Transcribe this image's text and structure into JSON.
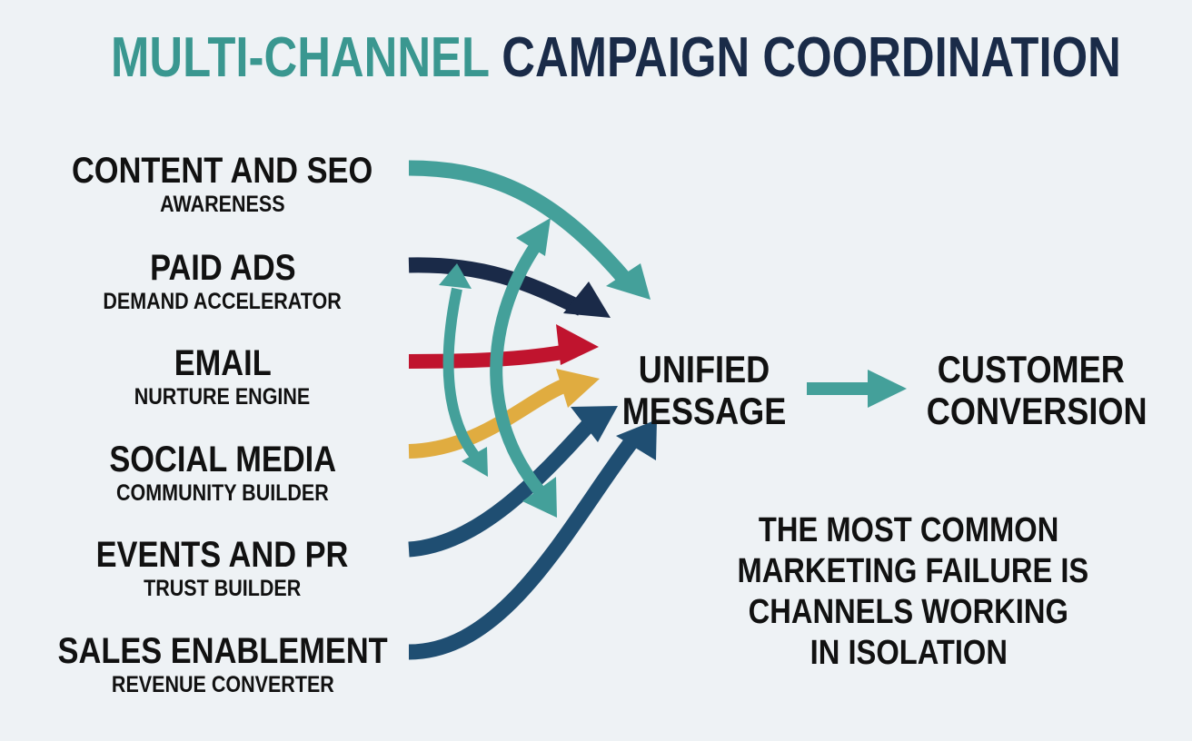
{
  "title": {
    "part1": "MULTI-CHANNEL",
    "part2": "CAMPAIGN COORDINATION"
  },
  "channels": [
    {
      "name": "CONTENT AND SEO",
      "role": "AWARENESS",
      "color": "#44a09a"
    },
    {
      "name": "PAID ADS",
      "role": "DEMAND ACCELERATOR",
      "color": "#1a2a48"
    },
    {
      "name": "EMAIL",
      "role": "NURTURE ENGINE",
      "color": "#c0142e"
    },
    {
      "name": "SOCIAL MEDIA",
      "role": "COMMUNITY BUILDER",
      "color": "#e0ac40"
    },
    {
      "name": "EVENTS AND PR",
      "role": "TRUST BUILDER",
      "color": "#1f4e72"
    },
    {
      "name": "SALES ENABLEMENT",
      "role": "REVENUE CONVERTER",
      "color": "#1f4e72"
    }
  ],
  "hub": {
    "line1": "UNIFIED",
    "line2": "MESSAGE"
  },
  "outcome": {
    "line1": "CUSTOMER",
    "line2": "CONVERSION"
  },
  "note": {
    "lines": [
      "THE MOST COMMON",
      "MARKETING FAILURE IS",
      "CHANNELS WORKING",
      "IN ISOLATION"
    ]
  },
  "colors": {
    "teal": "#44a09a",
    "navy": "#1a2b48",
    "background": "#eef2f5"
  }
}
